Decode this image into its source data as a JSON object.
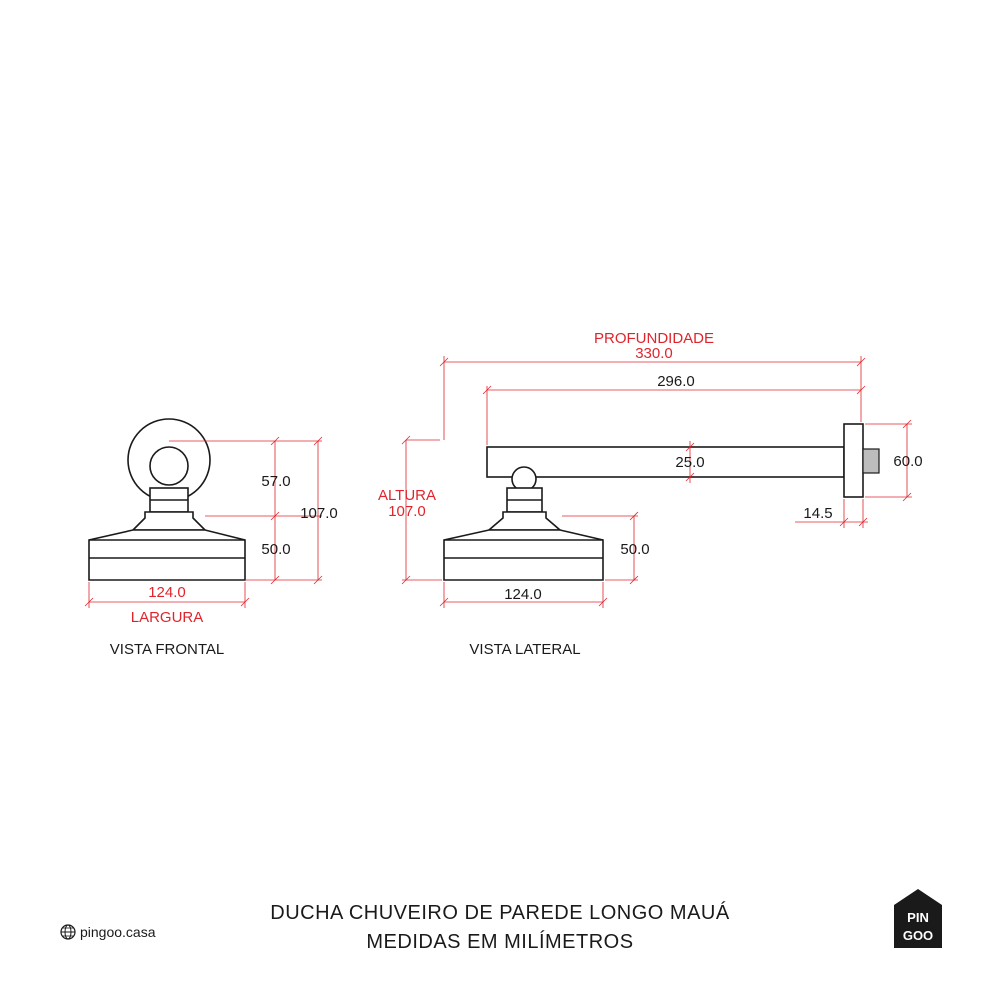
{
  "title": {
    "line1": "DUCHA CHUVEIRO DE PAREDE LONGO MAUÁ",
    "line2": "MEDIDAS EM MILÍMETROS"
  },
  "branding": {
    "site": "pingoo.casa",
    "logo_line1": "PIN",
    "logo_line2": "GOO",
    "icon": "globe-icon"
  },
  "views": {
    "front": {
      "label": "VISTA FRONTAL",
      "dims": {
        "top_height": "57.0",
        "total_height": "107.0",
        "head_height": "50.0",
        "width": "124.0",
        "width_label": "LARGURA"
      }
    },
    "side": {
      "label": "VISTA LATERAL",
      "dims": {
        "depth_label": "PROFUNDIDADE",
        "depth": "330.0",
        "arm_length": "296.0",
        "arm_height": "25.0",
        "flange_height": "60.0",
        "flange_thickness": "14.5",
        "height_label": "ALTURA",
        "height": "107.0",
        "head_height": "50.0",
        "head_width": "124.0"
      }
    }
  },
  "colors": {
    "line": "#1a1a1a",
    "accent": "#e0242c",
    "background": "#ffffff"
  }
}
